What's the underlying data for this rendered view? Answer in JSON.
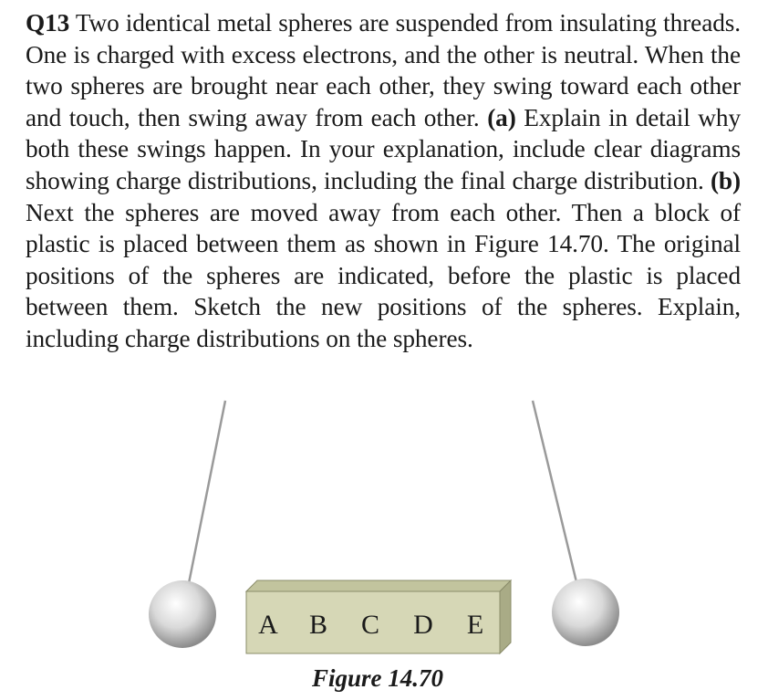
{
  "question": {
    "number": "Q13",
    "intro": " Two identical metal spheres are suspended from insulating threads. One is charged with excess electrons, and the other is neutral. When the two spheres are brought near each other, they swing toward each other and touch, then swing away from each other. ",
    "part_a_label": "(a)",
    "part_a_text": " Explain in detail why both these swings happen. In your explanation, include clear diagrams showing charge distributions, including the final charge distribution. ",
    "part_b_label": "(b)",
    "part_b_text": " Next the spheres are moved away from each other. Then a block of plastic is placed between them as shown in Figure 14.70. The original positions of the spheres are indicated, before the plastic is placed between them. Sketch the new positions of the spheres. Explain, including charge distributions on the spheres."
  },
  "figure": {
    "block_labels": [
      "A",
      "B",
      "C",
      "D",
      "E"
    ],
    "caption": "Figure 14.70",
    "colors": {
      "block_face": "#d6d7b6",
      "block_top": "#c2c49e",
      "block_side": "#a9ab86",
      "block_border": "#8a8c6a",
      "thread": "#9a9a9a",
      "sphere_light": "#ffffff",
      "sphere_mid": "#d9d9d9",
      "sphere_dark": "#8c8c8c"
    }
  }
}
